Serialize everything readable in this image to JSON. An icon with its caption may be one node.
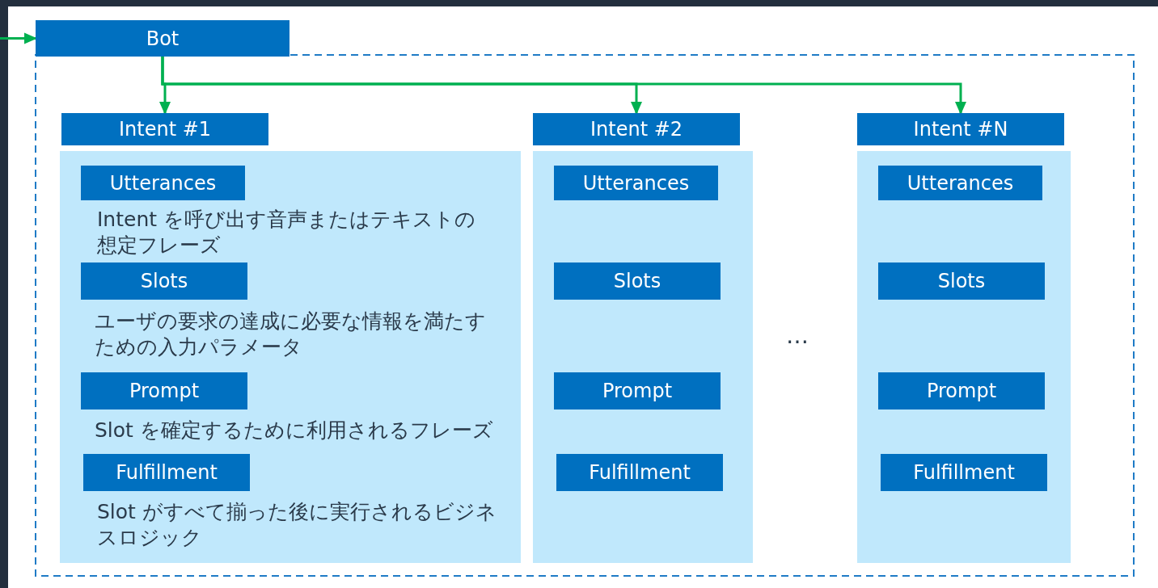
{
  "diagram": {
    "nodes": [
      {
        "text": [
          "Bot"
        ]
      },
      {
        "text": [
          "Intent #1"
        ]
      },
      {
        "text": [],
        "shape": "box"
      },
      {
        "text": [
          "Utterances"
        ],
        "in": 2,
        "beside": [
          "Intent を呼び出す音声またはテキストの想定フレーズ"
        ]
      },
      {
        "text": [
          "Slots"
        ],
        "in": 2,
        "beside": [
          "ユーザの要求の達成に必要な情報を満たすための入力パラメータ"
        ]
      },
      {
        "text": [
          "Prompt"
        ],
        "in": 2,
        "beside": [
          "Slot を確定するために利用されるフレーズ"
        ]
      },
      {
        "text": [
          "Fulfillment"
        ],
        "in": 2,
        "beside": [
          "Slot がすべて揃った後に実行されるビジネスロジック"
        ]
      },
      {
        "text": [
          "Intent #2"
        ]
      },
      {
        "text": [],
        "shape": "box"
      },
      {
        "text": [
          "Utterances"
        ],
        "in": 8
      },
      {
        "text": [
          "Slots"
        ],
        "in": 8
      },
      {
        "text": [
          "Prompt"
        ],
        "in": 8
      },
      {
        "text": [
          "Fulfillment"
        ],
        "in": 8
      },
      {
        "text": [
          "Intent #N"
        ]
      },
      {
        "text": [],
        "shape": "box"
      },
      {
        "text": [
          "Utterances"
        ],
        "in": 14
      },
      {
        "text": [
          "Slots"
        ],
        "in": 14
      },
      {
        "text": [
          "Prompt"
        ],
        "in": 14
      },
      {
        "text": [
          "Fulfillment"
        ],
        "in": 14
      }
    ],
    "edges": [
      {
        "from": null,
        "to": 0,
        "arrow": "to"
      },
      {
        "from": 0,
        "to": 1,
        "arrow": "to"
      },
      {
        "from": 0,
        "to": 7,
        "arrow": "to"
      },
      {
        "from": 0,
        "to": 13,
        "arrow": "to"
      }
    ],
    "labels": [
      "…"
    ]
  }
}
